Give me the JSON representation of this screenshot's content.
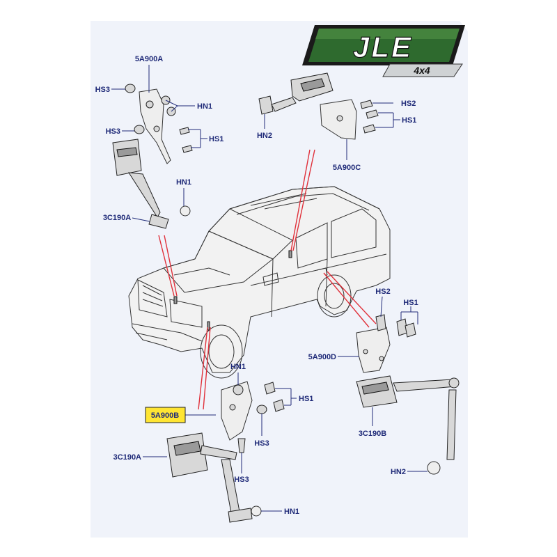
{
  "logo": {
    "brand": "JLE",
    "sub": "4x4",
    "colors": {
      "green": "#2e6a2e",
      "dark": "#1a1a1a",
      "silver": "#cfd2d4"
    }
  },
  "diagram": {
    "panel_color": "#f0f3fa",
    "label_color": "#1f2a78",
    "highlight_color": "#ffe533",
    "pointer_color": "#e0303a"
  },
  "labels": {
    "tl_5a900a": "5A900A",
    "tl_hs3_a": "HS3",
    "tl_hn1": "HN1",
    "tl_hs3_b": "HS3",
    "tl_hs1": "HS1",
    "tl_hn1_b": "HN1",
    "tl_3c190a": "3C190A",
    "tr_hn2": "HN2",
    "tr_hs2": "HS2",
    "tr_hs1": "HS1",
    "tr_5a900c": "5A900C",
    "br_hs2": "HS2",
    "br_hs1": "HS1",
    "br_5a900d": "5A900D",
    "br_3c190b": "3C190B",
    "br_hn2": "HN2",
    "bl_hn1": "HN1",
    "bl_hs1": "HS1",
    "bl_5a900b": "5A900B",
    "bl_hs3_a": "HS3",
    "bl_3c190a": "3C190A",
    "bl_hs3_b": "HS3",
    "bl_hn1_b": "HN1"
  }
}
